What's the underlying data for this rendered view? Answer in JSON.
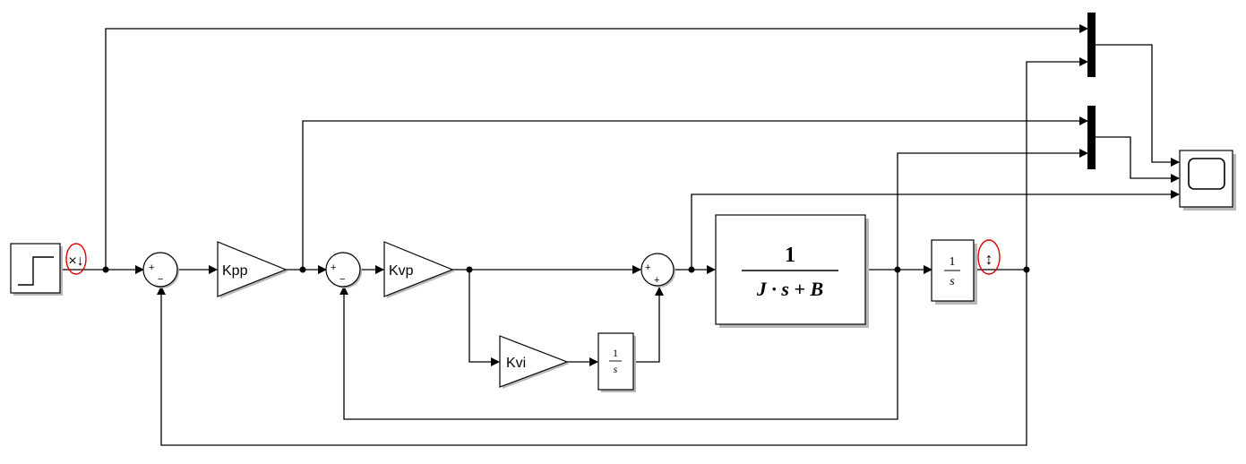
{
  "blocks": {
    "gain_kpp": "Kpp",
    "gain_kvp": "Kvp",
    "gain_kvi": "Kvi",
    "plant_numerator": "1",
    "plant_denominator": "J · s + B",
    "integrator_numerator": "1",
    "integrator_denominator": "s"
  },
  "sum_signs": {
    "position_error": [
      "+",
      "−"
    ],
    "velocity_error": [
      "+",
      "−"
    ],
    "pi_sum": [
      "+",
      "+"
    ]
  },
  "annotations": {
    "step_output_marker": "×↓",
    "position_output_marker": "↕",
    "marker_color": "#e00000"
  }
}
